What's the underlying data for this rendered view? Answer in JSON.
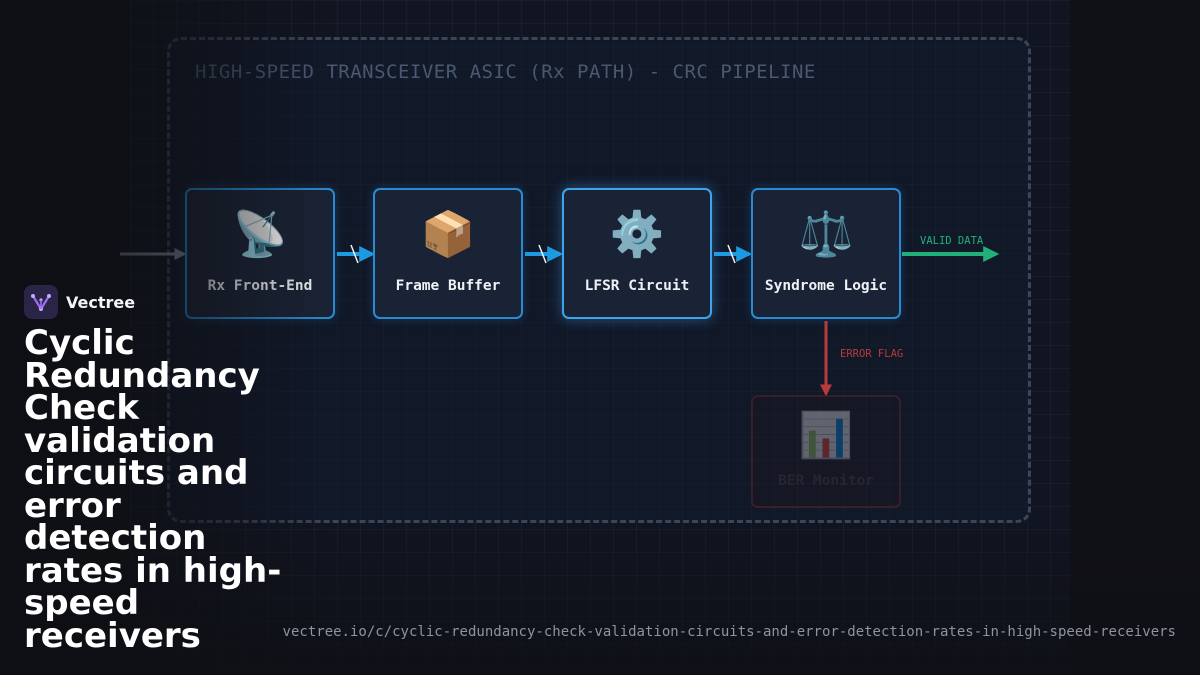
{
  "diagram": {
    "container_title": "HIGH-SPEED TRANSCEIVER ASIC (Rx PATH) - CRC PIPELINE",
    "nodes": [
      {
        "id": "rx",
        "label": "Rx Front-End",
        "icon": "satellite-dish-icon",
        "glyph": "📡",
        "state": "normal"
      },
      {
        "id": "buf",
        "label": "Frame Buffer",
        "icon": "package-icon",
        "glyph": "📦",
        "state": "normal"
      },
      {
        "id": "lfsr",
        "label": "LFSR Circuit",
        "icon": "gear-icon",
        "glyph": "⚙️",
        "state": "active"
      },
      {
        "id": "syn",
        "label": "Syndrome Logic",
        "icon": "balance-scale-icon",
        "glyph": "⚖️",
        "state": "normal"
      },
      {
        "id": "ber",
        "label": "BER Monitor",
        "icon": "bar-chart-icon",
        "glyph": "📊",
        "state": "dim"
      }
    ],
    "edges": [
      {
        "from": "input",
        "to": "rx",
        "label": ""
      },
      {
        "from": "rx",
        "to": "buf",
        "label": ""
      },
      {
        "from": "buf",
        "to": "lfsr",
        "label": ""
      },
      {
        "from": "lfsr",
        "to": "syn",
        "label": ""
      },
      {
        "from": "syn",
        "to": "output",
        "label": "VALID DATA"
      },
      {
        "from": "syn",
        "to": "ber",
        "label": "ERROR FLAG"
      }
    ],
    "colors": {
      "wire": "#1e9be0",
      "valid": "#22b07a",
      "error": "#b83a3a",
      "input": "#8a93a8"
    }
  },
  "brand": {
    "name": "Vectree"
  },
  "headline": "Cyclic Redundancy Check validation circuits and error detection rates in high-speed receivers",
  "url": "vectree.io/c/cyclic-redundancy-check-validation-circuits-and-error-detection-rates-in-high-speed-receivers"
}
